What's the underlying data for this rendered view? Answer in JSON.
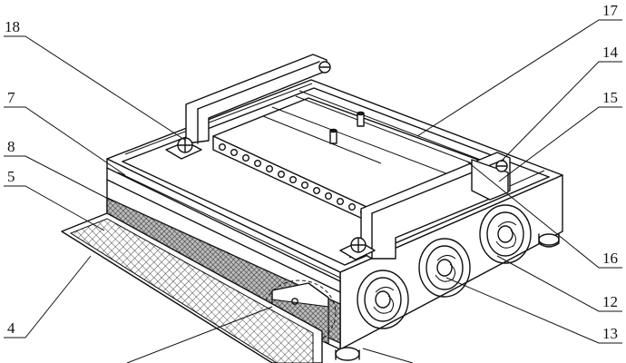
{
  "labels": {
    "l4": "4",
    "l5": "5",
    "l7": "7",
    "l8": "8",
    "l12": "12",
    "l13": "13",
    "l14": "14",
    "l15": "15",
    "l16": "16",
    "l17": "17",
    "l18": "18"
  },
  "colors": {
    "line": "#111111",
    "background": "#ffffff"
  }
}
